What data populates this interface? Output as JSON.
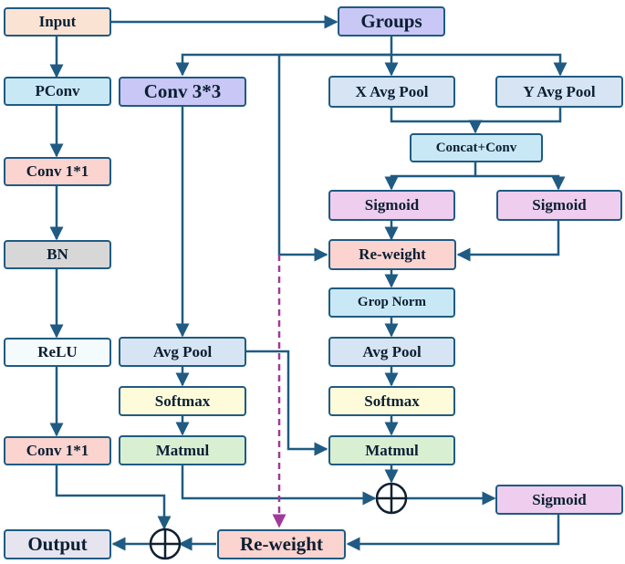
{
  "nodes": {
    "input": "Input",
    "groups": "Groups",
    "pconv": "PConv",
    "conv3": "Conv 3*3",
    "xpool": "X Avg Pool",
    "ypool": "Y Avg Pool",
    "concat": "Concat+Conv",
    "conv1a": "Conv 1*1",
    "sig1": "Sigmoid",
    "sig2": "Sigmoid",
    "bn": "BN",
    "reweight1": "Re-weight",
    "gnorm": "Grop Norm",
    "relu": "ReLU",
    "avgpool_l": "Avg Pool",
    "avgpool_r": "Avg Pool",
    "softmax_l": "Softmax",
    "softmax_r": "Softmax",
    "conv1b": "Conv 1*1",
    "matmul_l": "Matmul",
    "matmul_r": "Matmul",
    "sig3": "Sigmoid",
    "output": "Output",
    "reweight2": "Re-weight"
  },
  "colors": {
    "edge": "#1f5b82",
    "dashed_edge": "#a03a9a"
  }
}
